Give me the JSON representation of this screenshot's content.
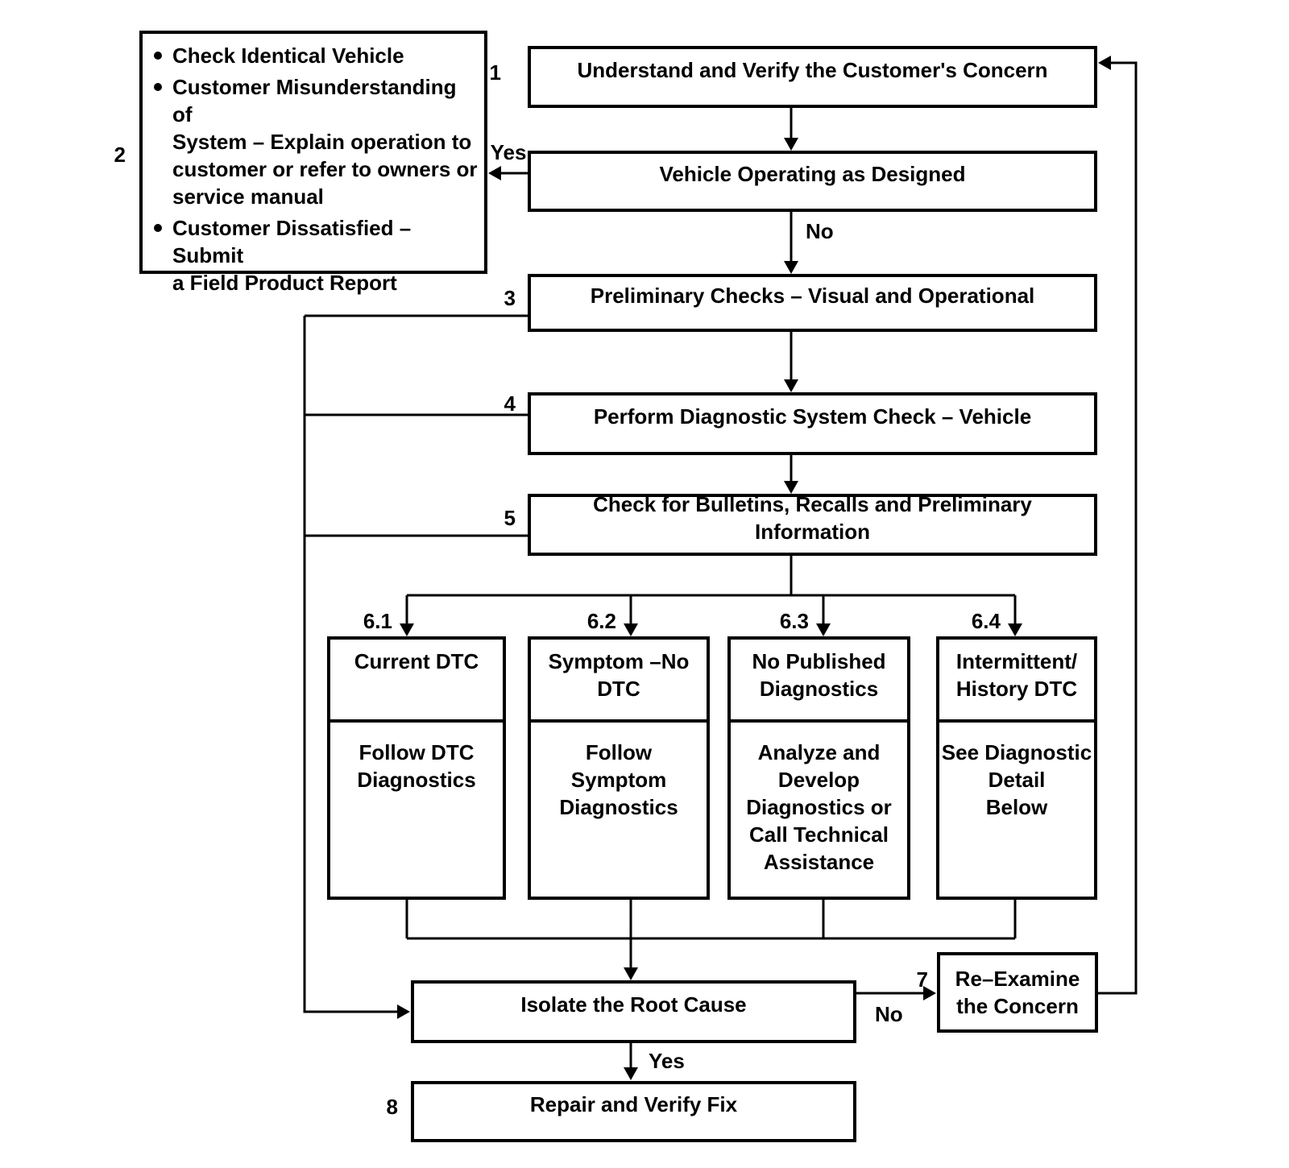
{
  "page": {
    "background": "#ffffff",
    "line_color": "#000000"
  },
  "flowchart": {
    "step1": {
      "num": "1",
      "label": "Understand and Verify the Customer's Concern"
    },
    "step2": {
      "num": "2",
      "bullets": [
        "Check Identical Vehicle",
        "Customer Misunderstanding of\nSystem – Explain operation to\ncustomer or refer to owners or\nservice manual",
        "Customer Dissatisfied – Submit\na Field Product Report"
      ]
    },
    "vehicle_operating": {
      "label": "Vehicle Operating as Designed"
    },
    "step3": {
      "num": "3",
      "label": "Preliminary Checks – Visual and Operational"
    },
    "step4": {
      "num": "4",
      "label": "Perform Diagnostic System Check – Vehicle"
    },
    "step5": {
      "num": "5",
      "label": "Check for Bulletins, Recalls and Preliminary Information"
    },
    "step6": [
      {
        "num": "6.1",
        "top": "Current DTC",
        "bottom": "Follow DTC\nDiagnostics"
      },
      {
        "num": "6.2",
        "top": "Symptom –No\nDTC",
        "bottom": "Follow\nSymptom\nDiagnostics"
      },
      {
        "num": "6.3",
        "top": "No Published\nDiagnostics",
        "bottom": "Analyze and\nDevelop\nDiagnostics or\nCall Technical\nAssistance"
      },
      {
        "num": "6.4",
        "top": "Intermittent/\nHistory DTC",
        "bottom": "See Diagnostic\nDetail\nBelow"
      }
    ],
    "isolate": {
      "label": "Isolate the Root Cause"
    },
    "step7": {
      "num": "7",
      "label": "Re–Examine\nthe Concern"
    },
    "step8": {
      "num": "8",
      "label": "Repair and Verify Fix"
    },
    "edge_labels": {
      "yes_vehicle": "Yes",
      "no_vehicle": "No",
      "no_isolate": "No",
      "yes_isolate": "Yes"
    }
  }
}
